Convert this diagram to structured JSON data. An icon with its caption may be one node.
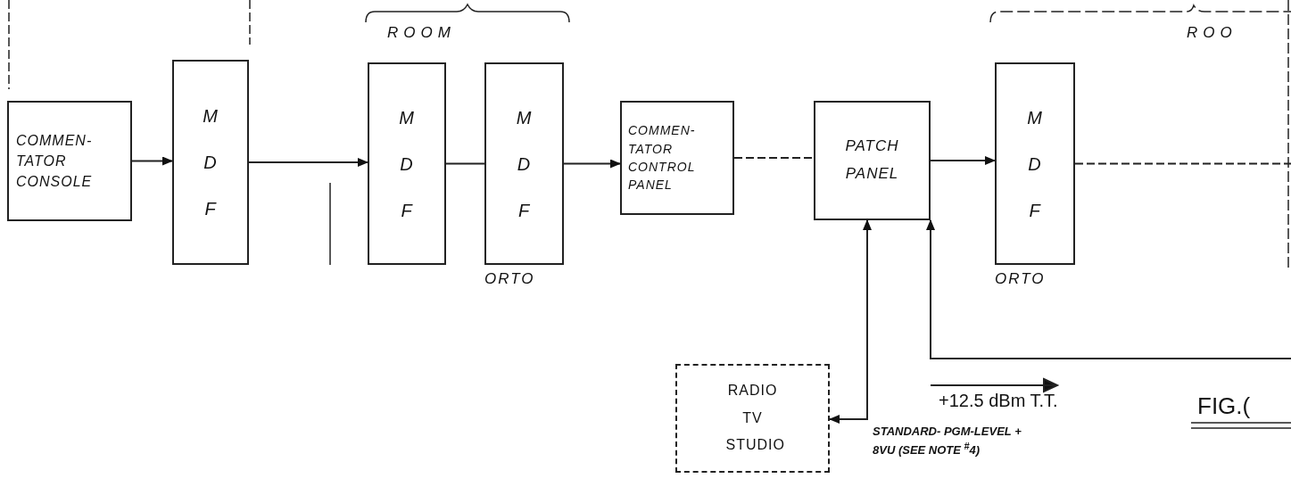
{
  "diagram": {
    "nodes": [
      {
        "text": [
          "COMMEN- TATOR CONSOLE"
        ]
      },
      {
        "text": [
          "M D F"
        ]
      },
      {
        "text": [
          "M D F"
        ]
      },
      {
        "text": [
          "M D F"
        ],
        "beside": [
          "ORTO"
        ]
      },
      {
        "text": [
          "COMMEN- TATOR CONTROL PANEL"
        ]
      },
      {
        "text": [
          "PATCH PANEL"
        ]
      },
      {
        "text": [
          "M D F"
        ],
        "beside": [
          "ORTO"
        ]
      },
      {
        "text": [
          "RADIO TV STUDIO"
        ]
      }
    ],
    "edges": [
      {
        "from": 0,
        "to": 1,
        "arrow": "to"
      },
      {
        "from": 1,
        "to": 2,
        "arrow": "to"
      },
      {
        "from": 2,
        "to": 3,
        "arrow": "none"
      },
      {
        "from": 3,
        "to": 4,
        "arrow": "to"
      },
      {
        "from": 4,
        "to": 5,
        "arrow": "none",
        "style": "dashed"
      },
      {
        "from": 5,
        "to": 6,
        "arrow": "to"
      },
      {
        "from": 6,
        "to": null,
        "arrow": "none",
        "style": "dashed"
      },
      {
        "from": 7,
        "to": 5,
        "arrow": "both"
      },
      {
        "from": null,
        "to": 5,
        "arrow": "to"
      }
    ],
    "labels": [
      "ROOM",
      "ROO",
      "+12.5 dBm T.T.",
      "FIG.(",
      "STANDARD- PGM-LEVEL + 8VU (SEE NOTE $^{#}$4)"
    ]
  }
}
